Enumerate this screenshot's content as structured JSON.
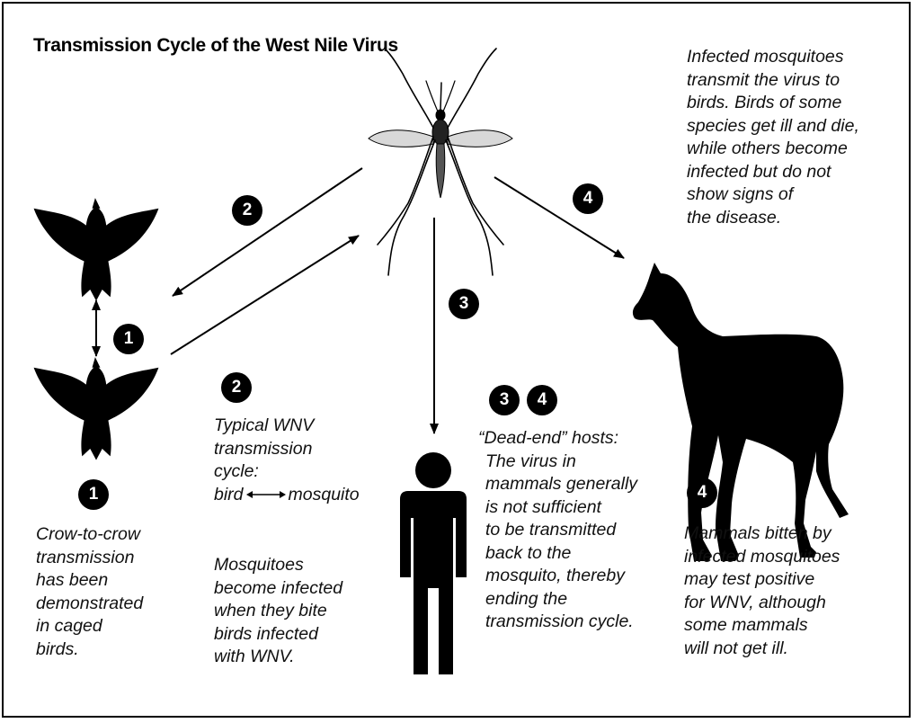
{
  "title": "Transmission Cycle of the West Nile Virus",
  "badges": {
    "mosquito_to_bird": "2",
    "bird_to_bird": "1",
    "mosquito_to_human": "3",
    "mosquito_to_horse": "4",
    "caption_1": "1",
    "caption_2": "2",
    "caption_3": "3",
    "caption_4a": "4",
    "caption_4b": "4"
  },
  "captions": {
    "top_right": [
      "Infected mosquitoes",
      "transmit the virus to",
      "birds. Birds of some",
      "species get ill and die,",
      "while others become",
      "infected but do not",
      "show signs of",
      "the disease."
    ],
    "crow": [
      "Crow-to-crow",
      "transmission",
      "has been",
      "demonstrated",
      "in caged",
      "birds."
    ],
    "typical": {
      "lines": [
        "Typical WNV",
        "transmission",
        "cycle:"
      ],
      "bird": "bird",
      "mosquito": "mosquito"
    },
    "mosquitoes": [
      "Mosquitoes",
      "become infected",
      "when they bite",
      "birds infected",
      "with WNV."
    ],
    "dead_end": [
      "“Dead-end” hosts:",
      "The virus in",
      "mammals generally",
      "is not sufficient",
      "to be transmitted",
      "back to the",
      "mosquito, thereby",
      "ending the",
      "transmission cycle."
    ],
    "mammals": [
      "Mammals bitten by",
      "infected mosquitoes",
      "may test positive",
      "for WNV, although",
      "some mammals",
      "will not get ill."
    ]
  }
}
